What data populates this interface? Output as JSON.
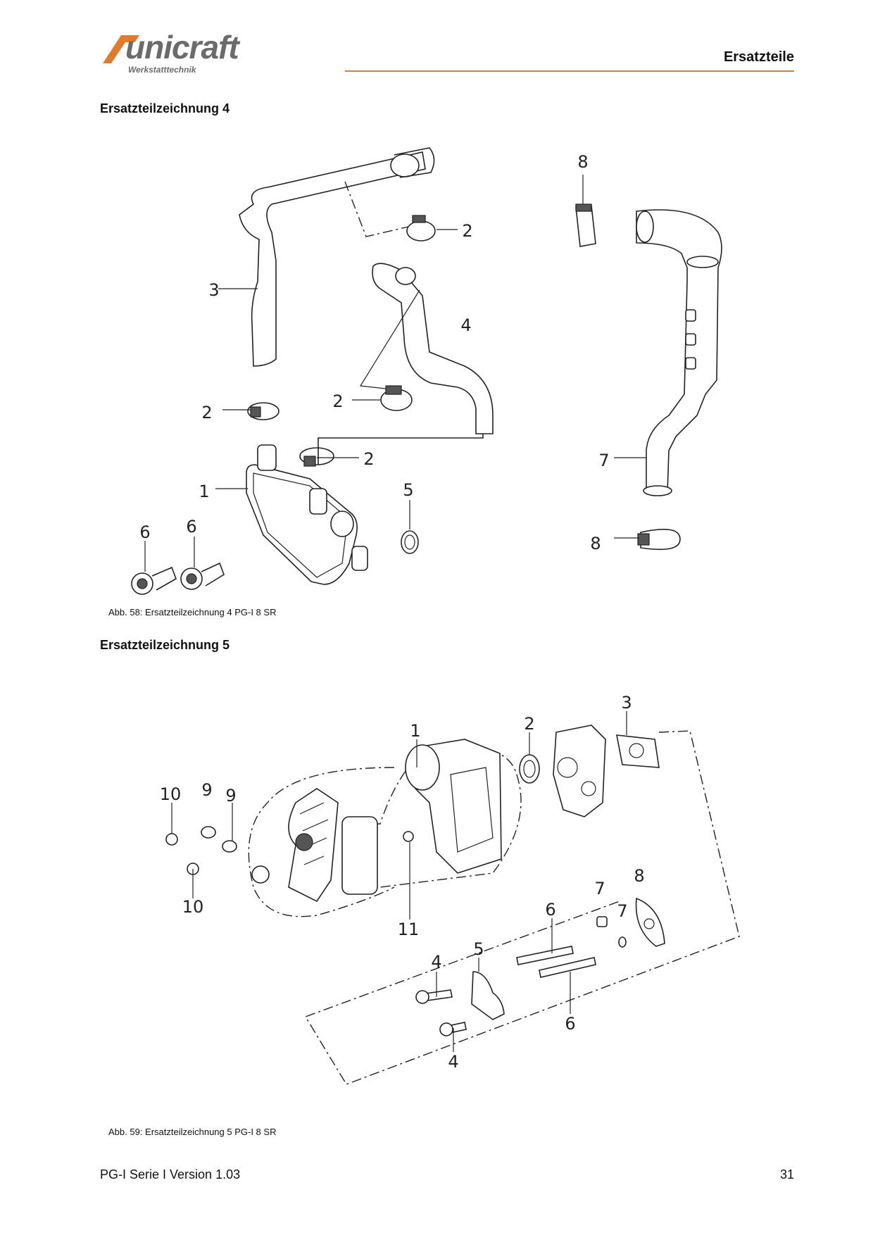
{
  "header": {
    "logo_text": "unicraft",
    "logo_subtitle": "Werkstatttechnik",
    "section": "Ersatzteile",
    "accent_color": "#e07a2c"
  },
  "figure1": {
    "heading": "Ersatzteilzeichnung 4",
    "caption": "Abb. 58: Ersatzteilzeichnung 4   PG-I 8 SR",
    "callouts": [
      "1",
      "2",
      "2",
      "2",
      "2",
      "3",
      "4",
      "5",
      "6",
      "6",
      "7",
      "8",
      "8"
    ]
  },
  "figure2": {
    "heading": "Ersatzteilzeichnung 5",
    "caption": "Abb. 59: Ersatzteilzeichnung 5   PG-I 8 SR",
    "callouts": [
      "1",
      "2",
      "3",
      "4",
      "4",
      "5",
      "6",
      "6",
      "7",
      "7",
      "8",
      "9",
      "9",
      "10",
      "10",
      "11"
    ]
  },
  "footer": {
    "left": "PG-I Serie I Version 1.03",
    "page_number": "31"
  }
}
